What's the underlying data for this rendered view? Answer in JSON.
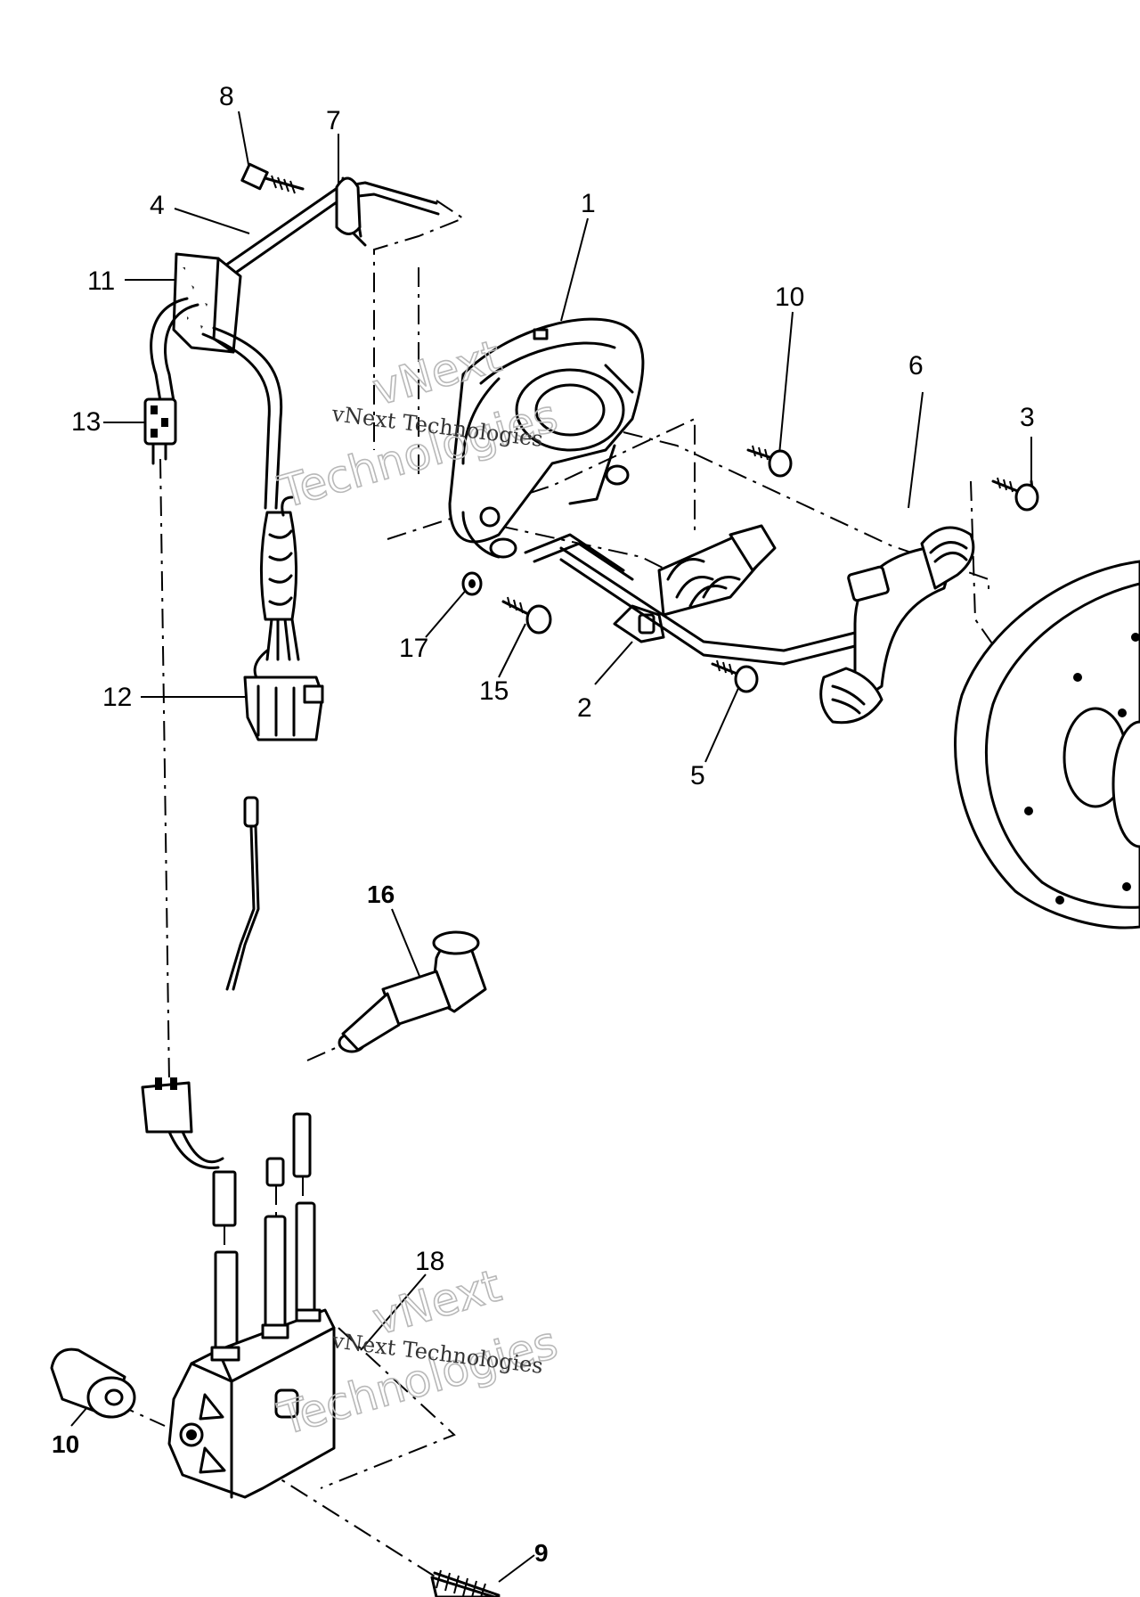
{
  "labels": {
    "p1": "1",
    "p2": "2",
    "p3": "3",
    "p4": "4",
    "p5": "5",
    "p6": "6",
    "p7": "7",
    "p8": "8",
    "p9": "9",
    "p10a": "10",
    "p10b": "10",
    "p11": "11",
    "p12": "12",
    "p13": "13",
    "p15": "15",
    "p16": "16",
    "p17": "17",
    "p18": "18"
  },
  "watermark": {
    "big_1": "vNext",
    "big_2": "Technologies",
    "small": "vNext Technologies"
  }
}
